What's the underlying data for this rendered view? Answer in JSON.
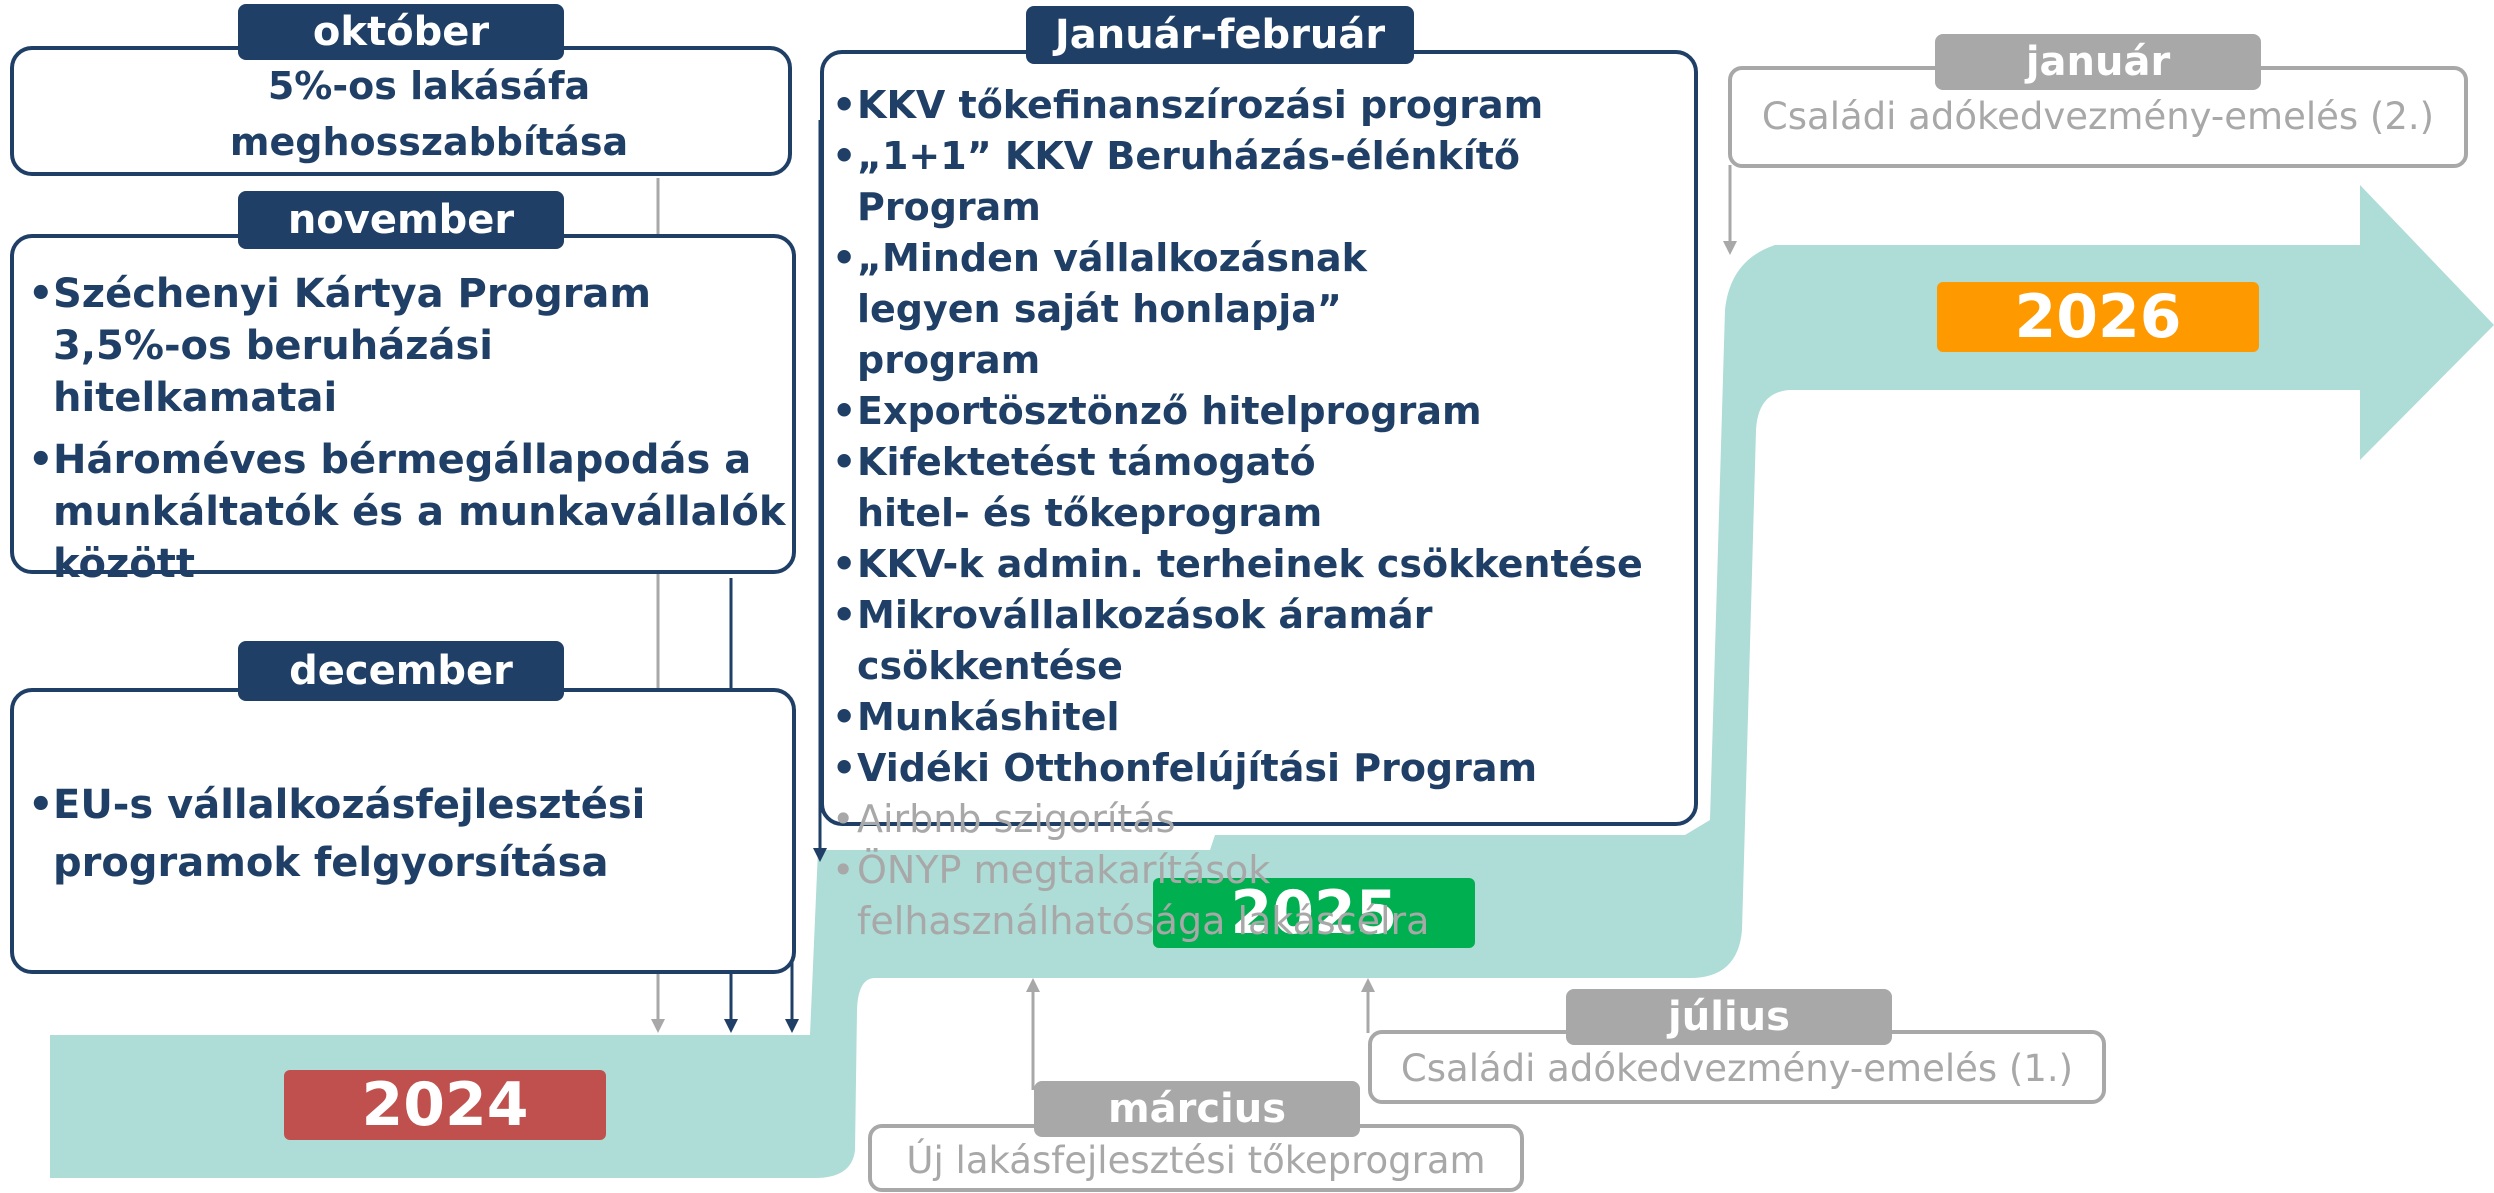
{
  "colors": {
    "navy": "#1f3f66",
    "grey": "#a8a8a8",
    "band": "#aedcd6",
    "year_2024": "#c0504d",
    "year_2025": "#00b050",
    "year_2026": "#ff9900"
  },
  "years": {
    "y2024": "2024",
    "y2025": "2025",
    "y2026": "2026"
  },
  "october": {
    "label": "október",
    "text": "5%-os lakásáfa meghosszabbítása"
  },
  "november": {
    "label": "november",
    "items": [
      "Széchenyi Kártya Program 3,5%-os beruházási hitelkamatai",
      "Hároméves bérmegállapodás a munkáltatók és a munkavállalók között"
    ]
  },
  "december": {
    "label": "december",
    "items": [
      "EU-s vállalkozásfejlesztési programok felgyorsítása"
    ]
  },
  "jan_feb": {
    "label": "Január-február",
    "items": [
      "KKV tőkefinanszírozási program",
      "„1+1” KKV Beruházás-élénkítő Program",
      "„Minden vállalkozásnak legyen saját honlapja” program",
      "Exportösztönző hitelprogram",
      "Kifektetést támogató hitel- és tőkeprogram",
      "KKV-k admin. terheinek csökkentése",
      "Mikrovállalkozások áramár csökkentése",
      "Munkáshitel",
      "Vidéki Otthonfelújítási Program"
    ],
    "grey_items": [
      "Airbnb szigorítás",
      "ÖNYP megtakarítások felhasználhatósága lakáscélra"
    ]
  },
  "march": {
    "label": "március",
    "text": "Új lakásfejlesztési tőkeprogram"
  },
  "july": {
    "label": "július",
    "text": "Családi adókedvezmény-emelés (1.)"
  },
  "january": {
    "label": "január",
    "text": "Családi adókedvezmény-emelés (2.)"
  }
}
